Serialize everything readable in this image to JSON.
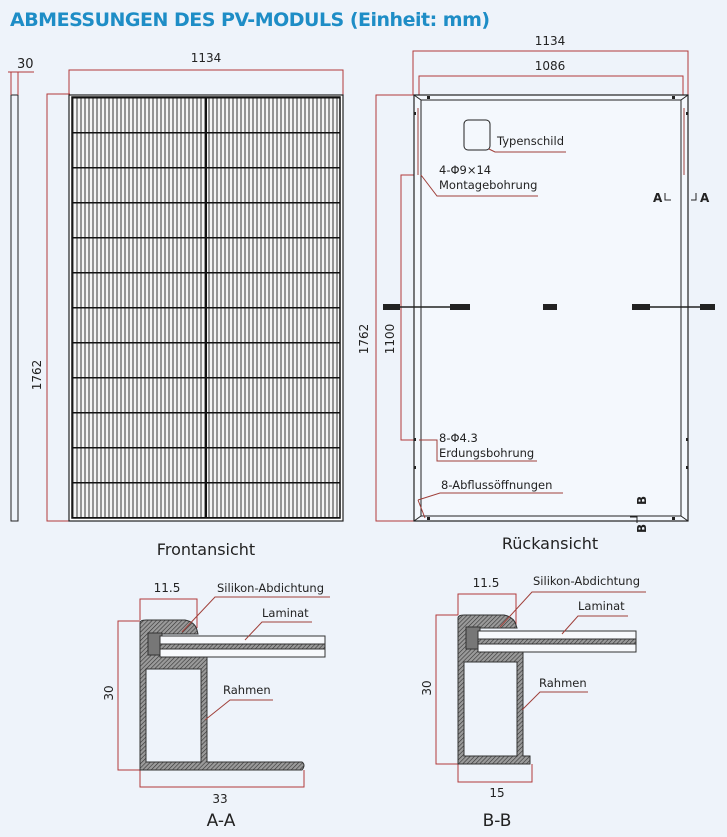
{
  "title": "ABMESSUNGEN DES PV-MODULS (Einheit: mm)",
  "front": {
    "caption": "Frontansicht",
    "width": "1134",
    "height": "1762",
    "thickness": "30"
  },
  "back": {
    "caption": "Rückansicht",
    "width_outer": "1134",
    "width_inner": "1086",
    "height": "1762",
    "hole_spacing": "1100",
    "typeplate": "Typenschild",
    "mount_spec": "4-Φ9×14",
    "mount_label": "Montagebohrung",
    "ground_spec": "8-Φ4.3",
    "ground_label": "Erdungsbohrung",
    "drain_label": "8-Abflussöffnungen",
    "section_a_left": "A",
    "section_a_right": "A",
    "section_b_top": "B",
    "section_b_bottom": "B"
  },
  "section_aa": {
    "caption": "A-A",
    "lip": "11.5",
    "height": "30",
    "width": "33",
    "sealant": "Silikon-Abdichtung",
    "laminate": "Laminat",
    "frame": "Rahmen"
  },
  "section_bb": {
    "caption": "B-B",
    "lip": "11.5",
    "height": "30",
    "width": "15",
    "sealant": "Silikon-Abdichtung",
    "laminate": "Laminat",
    "frame": "Rahmen"
  }
}
